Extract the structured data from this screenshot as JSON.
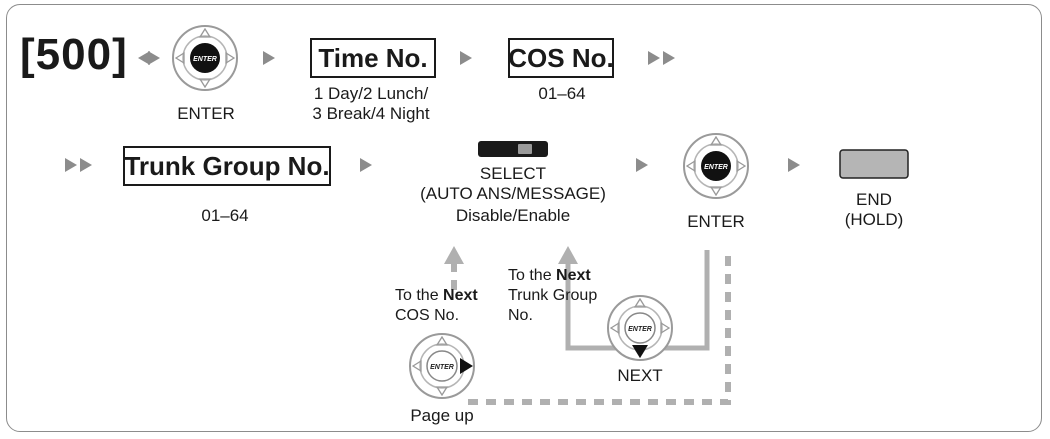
{
  "code": "[500]",
  "row1": {
    "enter_label": "ENTER",
    "time_box": "Time No.",
    "time_desc_line1": "1 Day/2 Lunch/",
    "time_desc_line2": "3 Break/4 Night",
    "cos_box": "COS No.",
    "cos_range": "01–64"
  },
  "row2": {
    "trunk_box": "Trunk Group No.",
    "trunk_range": "01–64",
    "select_line1": "SELECT",
    "select_line2": "(AUTO ANS/MESSAGE)",
    "select_line3": "Disable/Enable",
    "enter_label": "ENTER",
    "end_line1": "END",
    "end_line2": "(HOLD)"
  },
  "loops": {
    "next_cos_prefix": "To the ",
    "next_cos_bold": "Next",
    "next_cos_line2": "COS No.",
    "next_trunk_prefix": "To the ",
    "next_trunk_bold": "Next",
    "next_trunk_line2": "Trunk Group",
    "next_trunk_line3": "No.",
    "next_label": "NEXT",
    "page_up_label": "Page up"
  },
  "pad": {
    "center_text": "ENTER"
  },
  "colors": {
    "arrow": "#8c8c8c",
    "loop": "#b0b0b0",
    "border": "#1a1a1a"
  }
}
